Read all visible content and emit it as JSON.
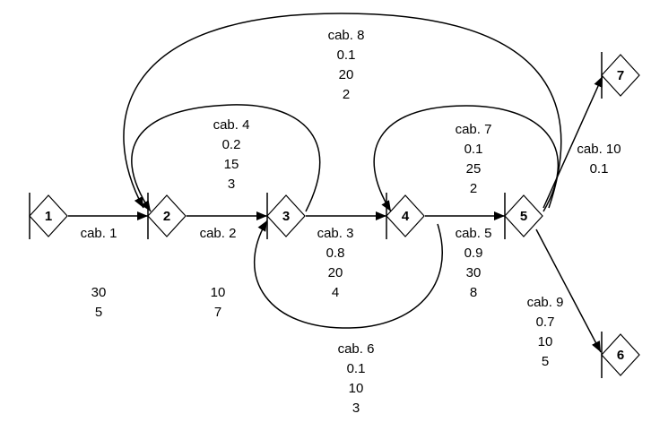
{
  "nodes": [
    {
      "id": "1",
      "label": "1"
    },
    {
      "id": "2",
      "label": "2"
    },
    {
      "id": "3",
      "label": "3"
    },
    {
      "id": "4",
      "label": "4"
    },
    {
      "id": "5",
      "label": "5"
    },
    {
      "id": "6",
      "label": "6"
    },
    {
      "id": "7",
      "label": "7"
    }
  ],
  "edges": [
    {
      "id": "cab1",
      "from": "1",
      "to": "2",
      "lines": [
        "cab. 1",
        "",
        "",
        "30",
        "5"
      ]
    },
    {
      "id": "cab2",
      "from": "2",
      "to": "3",
      "lines": [
        "cab. 2",
        "",
        "",
        "10",
        "7"
      ]
    },
    {
      "id": "cab3",
      "from": "3",
      "to": "4",
      "lines": [
        "cab. 3",
        "0.8",
        "20",
        "4"
      ]
    },
    {
      "id": "cab4",
      "from": "3",
      "to": "2",
      "lines": [
        "cab. 4",
        "0.2",
        "15",
        "3"
      ]
    },
    {
      "id": "cab5",
      "from": "4",
      "to": "5",
      "lines": [
        "cab. 5",
        "0.9",
        "30",
        "8"
      ]
    },
    {
      "id": "cab6",
      "from": "4",
      "to": "3",
      "lines": [
        "cab. 6",
        "0.1",
        "10",
        "3"
      ]
    },
    {
      "id": "cab7",
      "from": "5",
      "to": "4",
      "lines": [
        "cab. 7",
        "0.1",
        "25",
        "2"
      ]
    },
    {
      "id": "cab8",
      "from": "5",
      "to": "2",
      "lines": [
        "cab. 8",
        "0.1",
        "20",
        "2"
      ]
    },
    {
      "id": "cab9",
      "from": "5",
      "to": "6",
      "lines": [
        "cab. 9",
        "0.7",
        "10",
        "5"
      ]
    },
    {
      "id": "cab10",
      "from": "5",
      "to": "7",
      "lines": [
        "cab. 10",
        "0.1"
      ]
    }
  ]
}
